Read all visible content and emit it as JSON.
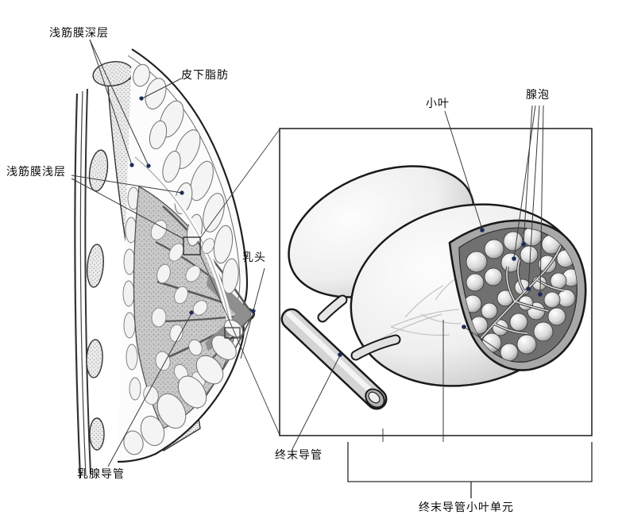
{
  "figure": {
    "type": "anatomy-diagram",
    "background": "#ffffff",
    "outline_color": "#1a1a1a",
    "leader_line_color": "#3a3a3a",
    "marker_dot_color": "#1c2b55",
    "frame_color": "#2a2a2a"
  },
  "labels": {
    "fascia_deep": "浅筋膜深层",
    "subcutaneous_fat": "皮下脂肪",
    "fascia_superficial": "浅筋膜浅层",
    "nipple": "乳头",
    "mammary_duct": "乳腺导管",
    "lobule": "小叶",
    "acini": "腺泡",
    "terminal_duct": "终末导管",
    "tdlu": "终末导管小叶单元"
  }
}
